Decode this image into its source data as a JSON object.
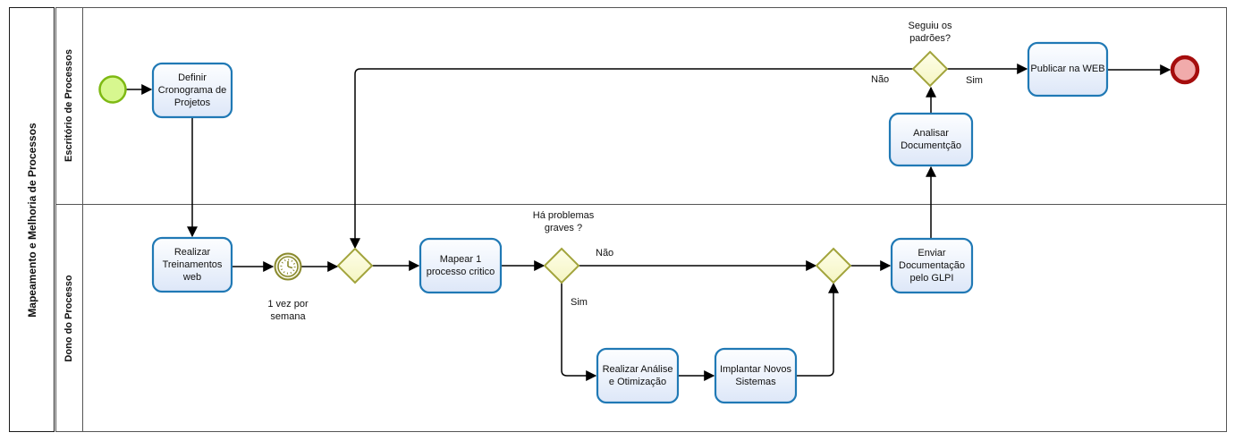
{
  "pool": {
    "title": "Mapeamento e Melhoria de Processos",
    "lanes": [
      {
        "label": "Escritório de Processos"
      },
      {
        "label": "Dono do Processo"
      }
    ]
  },
  "tasks": {
    "definir_cronograma": "Definir Cronograma de Projetos",
    "realizar_treinamentos": "Realizar Treinamentos web",
    "mapear_processo": "Mapear 1 processo critico",
    "realizar_analise": "Realizar Análise e Otimização",
    "implantar_sistemas": "Implantar Novos Sistemas",
    "enviar_documentacao": "Enviar Documentação pelo GLPI",
    "analisar_documentacao": "Analisar Documentção",
    "publicar_web": "Publicar na WEB"
  },
  "gateways": {
    "ha_problemas_label": "Há problemas graves ?",
    "seguiu_padroes_label": "Seguiu os padrões?"
  },
  "edge_labels": {
    "timer_label": "1 vez por semana",
    "nao_problemas": "Não",
    "sim_problemas": "Sim",
    "nao_padroes": "Não",
    "sim_padroes": "Sim"
  },
  "colors": {
    "task_border": "#2079b5",
    "task_fill_top": "#fdfeff",
    "task_fill_bottom": "#dde7f8",
    "gateway_border": "#a2a43c",
    "gateway_fill_top": "#fefee9",
    "gateway_fill_bottom": "#f5f5c2",
    "start_event_border": "#7eb913",
    "start_event_fill": "#d7f78f",
    "end_event_border": "#a50d0d",
    "end_event_fill": "#f1abab",
    "timer_border": "#8a8a2e",
    "connector": "#000000",
    "pool_border": "#555555"
  }
}
